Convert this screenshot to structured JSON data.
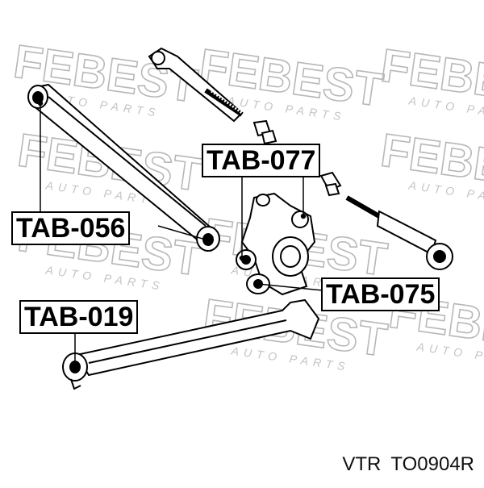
{
  "watermark": {
    "brand": "FEBEST",
    "sub": "AUTO PARTS"
  },
  "labels": {
    "tab056": "TAB-056",
    "tab077": "TAB-077",
    "tab075": "TAB-075",
    "tab019": "TAB-019"
  },
  "caption": {
    "brand": "VTR",
    "part_number": "TO0904R"
  },
  "colors": {
    "ink": "#000000",
    "watermark": "#b8b8b8",
    "background": "#ffffff"
  }
}
